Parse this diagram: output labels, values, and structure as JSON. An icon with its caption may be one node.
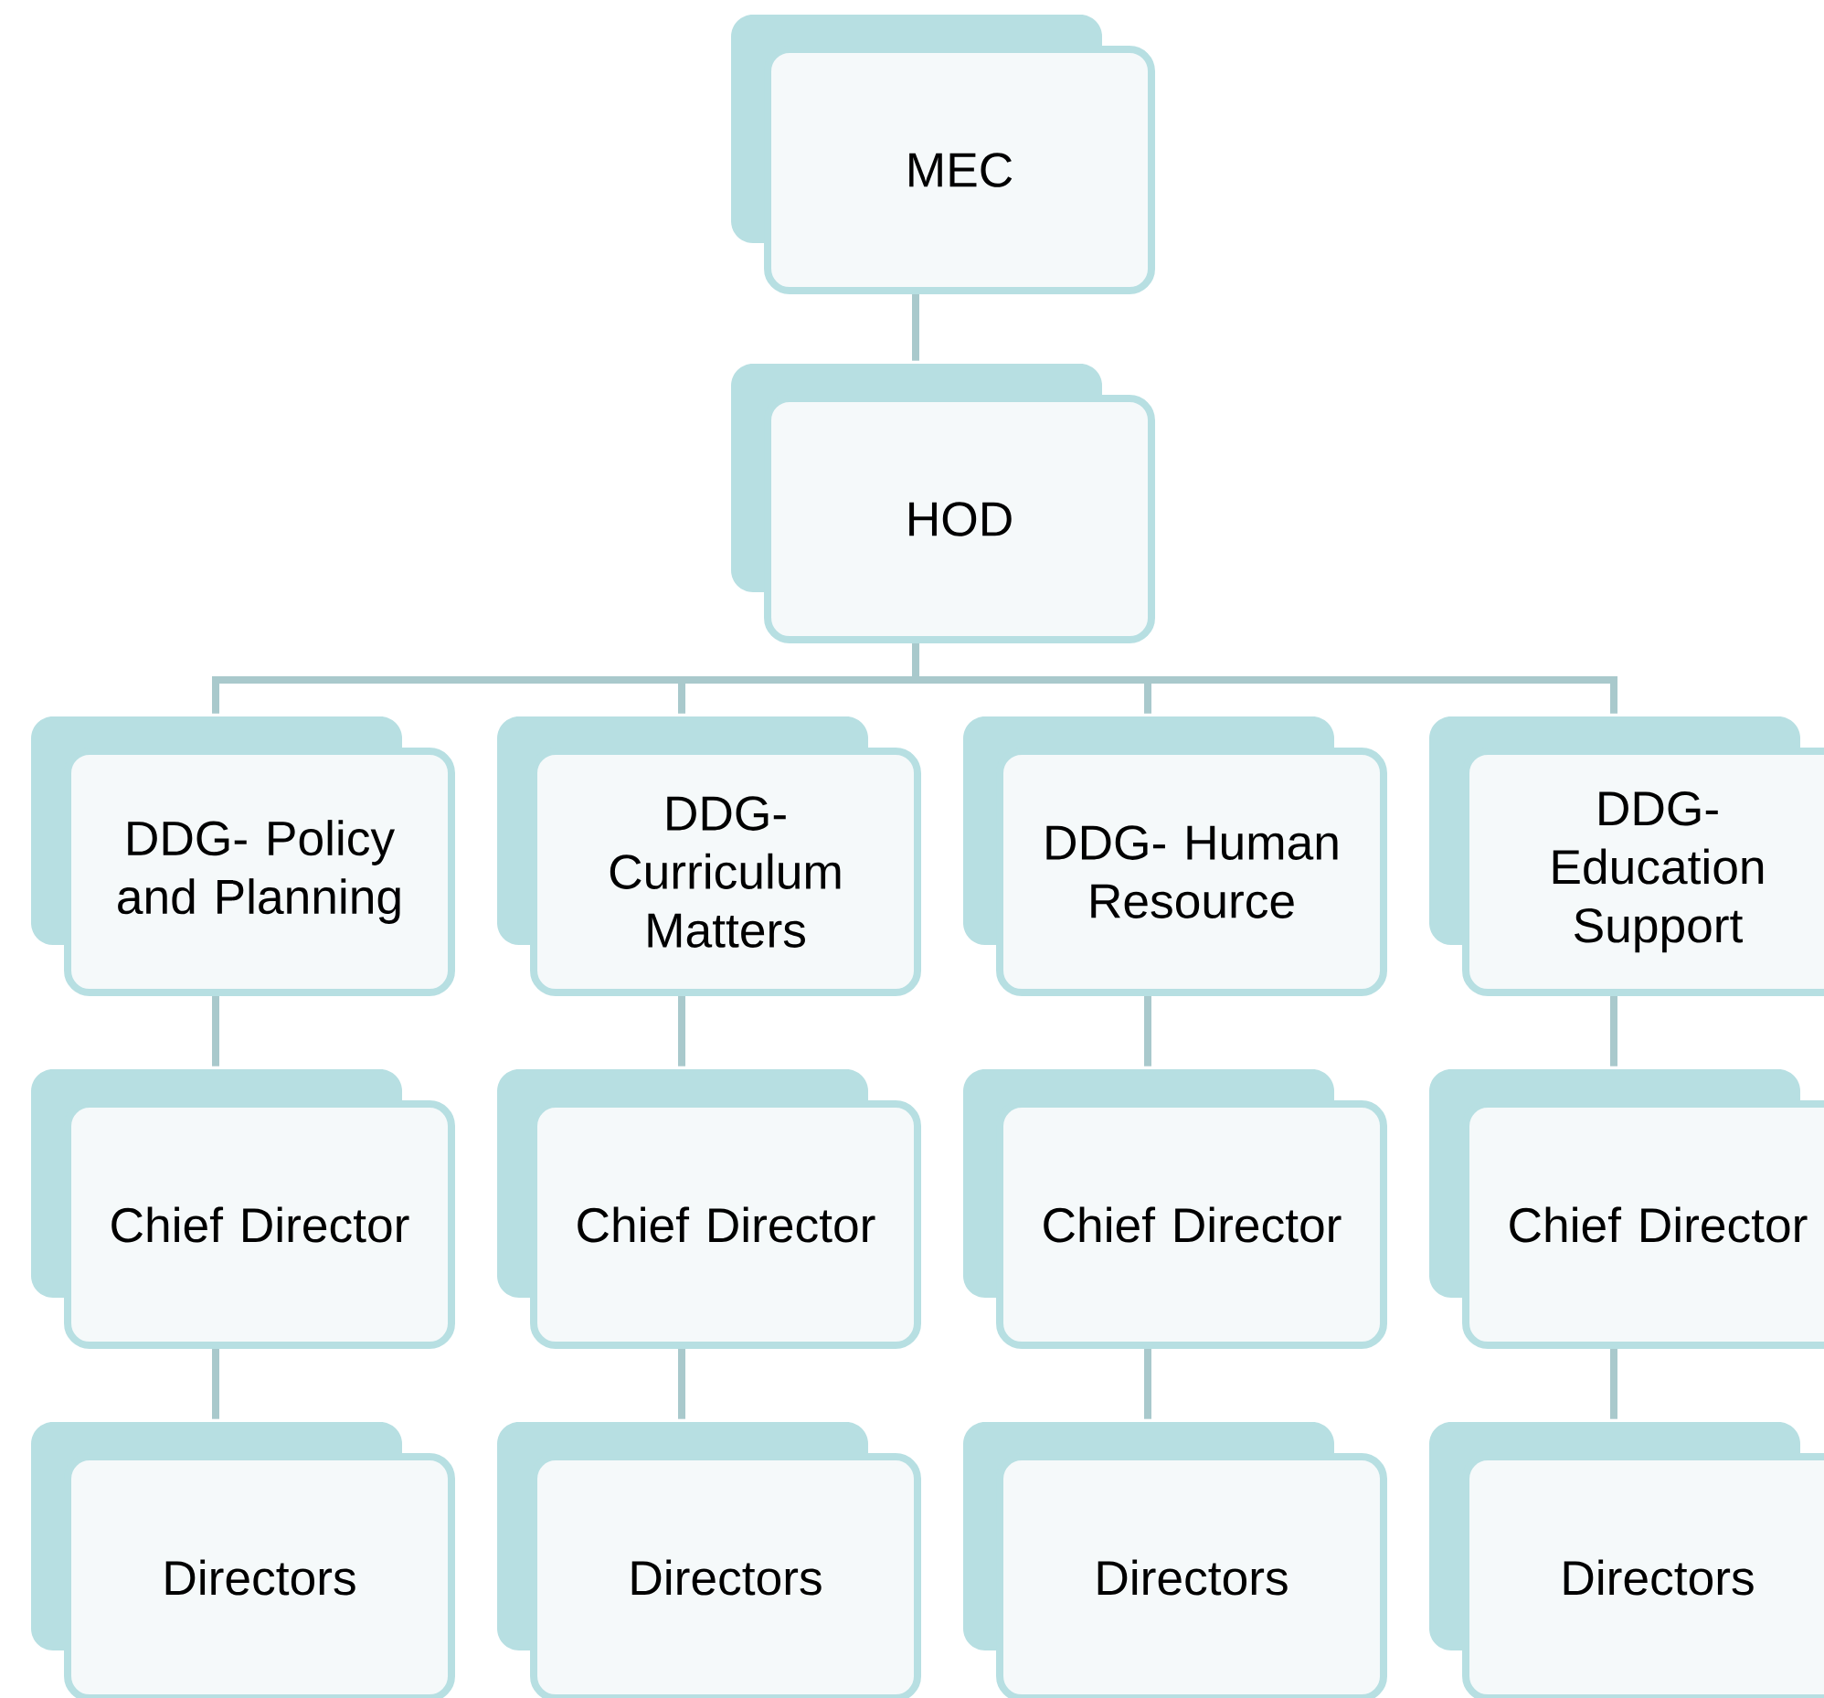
{
  "diagram": {
    "nodes": [
      {
        "text": [
          "MEC"
        ]
      },
      {
        "text": [
          "HOD"
        ]
      },
      {
        "text": [
          "DDG- Policy and Planning"
        ]
      },
      {
        "text": [
          "DDG- Curriculum Matters"
        ]
      },
      {
        "text": [
          "DDG- Human Resource"
        ]
      },
      {
        "text": [
          "DDG- Education Support"
        ]
      },
      {
        "text": [
          "Chief Director"
        ]
      },
      {
        "text": [
          "Chief Director"
        ]
      },
      {
        "text": [
          "Chief Director"
        ]
      },
      {
        "text": [
          "Chief Director"
        ]
      },
      {
        "text": [
          "Directors"
        ]
      },
      {
        "text": [
          "Directors"
        ]
      },
      {
        "text": [
          "Directors"
        ]
      },
      {
        "text": [
          "Directors"
        ]
      }
    ],
    "edges": [
      {
        "from": 0,
        "to": 1,
        "arrow": "none"
      },
      {
        "from": 1,
        "to": 2,
        "arrow": "none"
      },
      {
        "from": 1,
        "to": 3,
        "arrow": "none"
      },
      {
        "from": 1,
        "to": 4,
        "arrow": "none"
      },
      {
        "from": 1,
        "to": 5,
        "arrow": "none"
      },
      {
        "from": 2,
        "to": 6,
        "arrow": "none"
      },
      {
        "from": 3,
        "to": 7,
        "arrow": "none"
      },
      {
        "from": 4,
        "to": 8,
        "arrow": "none"
      },
      {
        "from": 5,
        "to": 9,
        "arrow": "none"
      },
      {
        "from": 6,
        "to": 10,
        "arrow": "none"
      },
      {
        "from": 7,
        "to": 11,
        "arrow": "none"
      },
      {
        "from": 8,
        "to": 12,
        "arrow": "none"
      },
      {
        "from": 9,
        "to": 13,
        "arrow": "none"
      }
    ]
  }
}
